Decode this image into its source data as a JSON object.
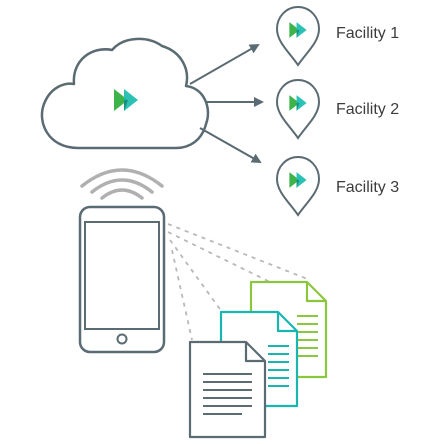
{
  "facilities": [
    {
      "label": "Facility 1"
    },
    {
      "label": "Facility 2"
    },
    {
      "label": "Facility 3"
    }
  ],
  "icons": {
    "cloud": "cloud-icon",
    "logo": "chevron-logo-icon",
    "pin": "map-pin-icon",
    "wireless": "wireless-signal-icon",
    "phone": "smartphone-icon",
    "document": "document-icon"
  },
  "colors": {
    "outline": "#5b6b73",
    "logo_green": "#3cb44a",
    "logo_teal": "#1bbcb0",
    "logo_dark": "#17907f",
    "doc_green": "#8cc63f",
    "doc_teal": "#19b5b0",
    "doc_gray": "#5b6b73",
    "dashed": "#b8b8b8",
    "wifi": "#b0b0b0"
  }
}
